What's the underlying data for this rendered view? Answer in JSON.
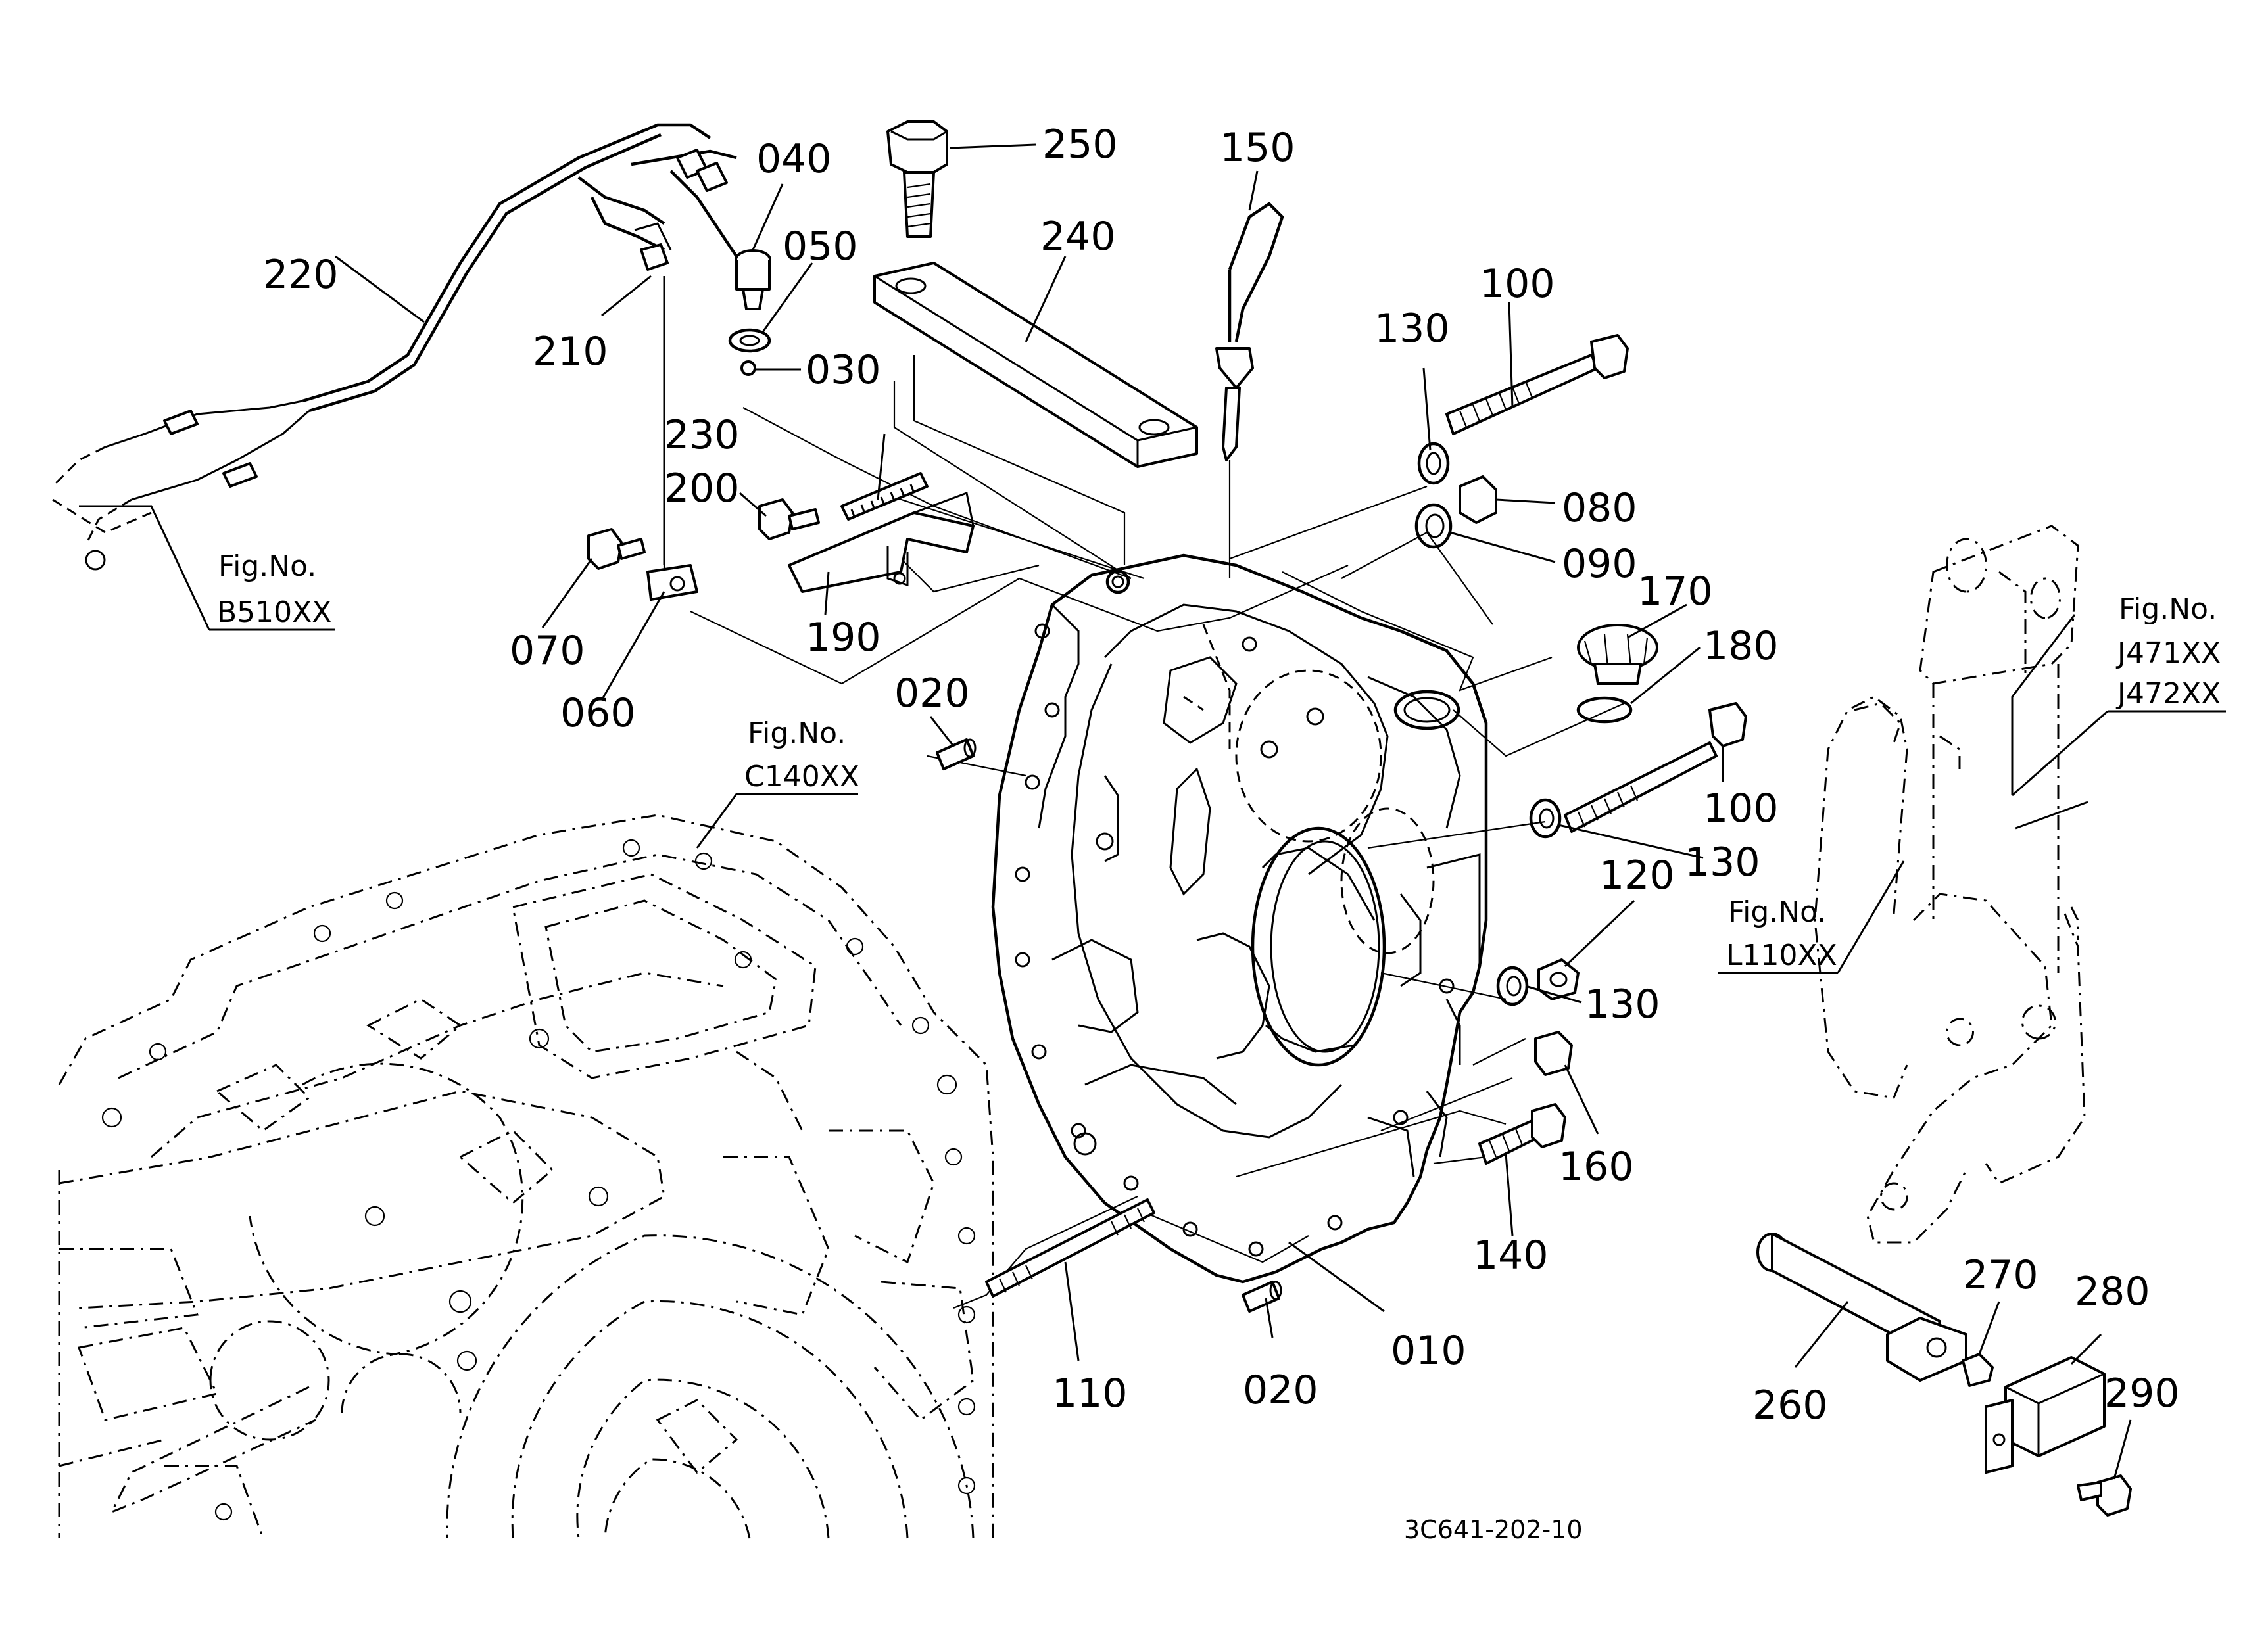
{
  "drawing_number": "3C641-202-10",
  "callouts": [
    {
      "id": "p220",
      "label": "220"
    },
    {
      "id": "p210",
      "label": "210"
    },
    {
      "id": "p040",
      "label": "040"
    },
    {
      "id": "p050",
      "label": "050"
    },
    {
      "id": "p030",
      "label": "030"
    },
    {
      "id": "p250",
      "label": "250"
    },
    {
      "id": "p240",
      "label": "240"
    },
    {
      "id": "p150",
      "label": "150"
    },
    {
      "id": "p130a",
      "label": "130"
    },
    {
      "id": "p100a",
      "label": "100"
    },
    {
      "id": "p080",
      "label": "080"
    },
    {
      "id": "p090",
      "label": "090"
    },
    {
      "id": "p230",
      "label": "230"
    },
    {
      "id": "p200",
      "label": "200"
    },
    {
      "id": "p190",
      "label": "190"
    },
    {
      "id": "p070",
      "label": "070"
    },
    {
      "id": "p060",
      "label": "060"
    },
    {
      "id": "p170",
      "label": "170"
    },
    {
      "id": "p180",
      "label": "180"
    },
    {
      "id": "p020a",
      "label": "020"
    },
    {
      "id": "p100b",
      "label": "100"
    },
    {
      "id": "p130b",
      "label": "130"
    },
    {
      "id": "p120",
      "label": "120"
    },
    {
      "id": "p130c",
      "label": "130"
    },
    {
      "id": "p160",
      "label": "160"
    },
    {
      "id": "p140",
      "label": "140"
    },
    {
      "id": "p010",
      "label": "010"
    },
    {
      "id": "p020b",
      "label": "020"
    },
    {
      "id": "p110",
      "label": "110"
    },
    {
      "id": "p270",
      "label": "270"
    },
    {
      "id": "p280",
      "label": "280"
    },
    {
      "id": "p290",
      "label": "290"
    },
    {
      "id": "p260",
      "label": "260"
    }
  ],
  "figure_refs": [
    {
      "id": "b510",
      "title": "Fig.No.",
      "codes": [
        "B510XX"
      ]
    },
    {
      "id": "c140",
      "title": "Fig.No.",
      "codes": [
        "C140XX"
      ]
    },
    {
      "id": "j471",
      "title": "Fig.No.",
      "codes": [
        "J471XX",
        "J472XX"
      ]
    },
    {
      "id": "l110",
      "title": "Fig.No.",
      "codes": [
        "L110XX"
      ]
    }
  ]
}
